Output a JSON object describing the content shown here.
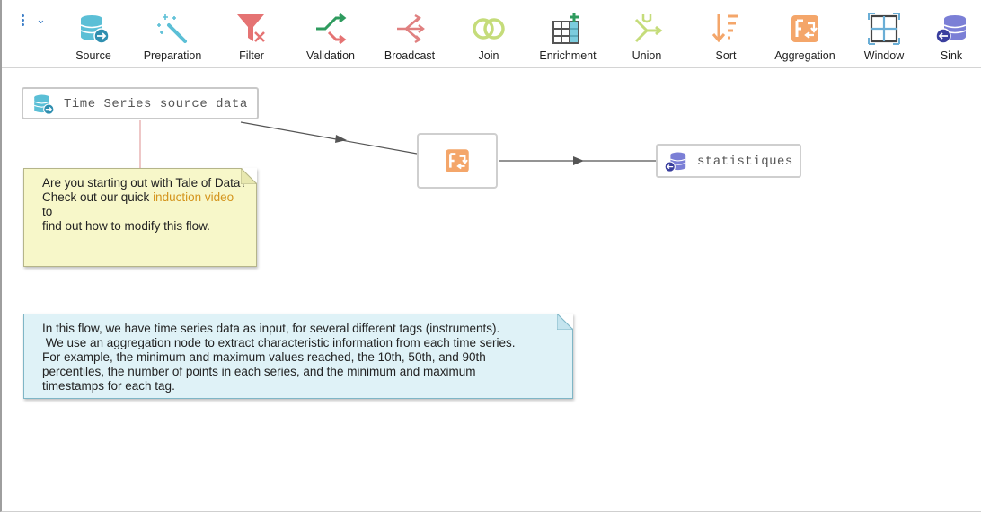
{
  "toolbar": {
    "tools": [
      {
        "label": "Source",
        "icon": "source-icon"
      },
      {
        "label": "Preparation",
        "icon": "magic-wand-icon"
      },
      {
        "label": "Filter",
        "icon": "funnel-icon"
      },
      {
        "label": "Validation",
        "icon": "split-arrows-icon"
      },
      {
        "label": "Broadcast",
        "icon": "broadcast-icon"
      },
      {
        "label": "Join",
        "icon": "join-circles-icon"
      },
      {
        "label": "Enrichment",
        "icon": "table-plus-icon"
      },
      {
        "label": "Union",
        "icon": "union-icon"
      },
      {
        "label": "Sort",
        "icon": "sort-icon"
      },
      {
        "label": "Aggregation",
        "icon": "aggregation-icon"
      },
      {
        "label": "Window",
        "icon": "window-icon"
      },
      {
        "label": "Sink",
        "icon": "sink-icon"
      }
    ]
  },
  "flow": {
    "source_node": {
      "label": "Time Series source data"
    },
    "sink_node": {
      "label": "statistiques"
    }
  },
  "notes": {
    "yellow": {
      "line1": "Are you starting out with Tale of Data?",
      "line2_before": "Check out our quick ",
      "link": "induction video",
      "line2_after": " to",
      "line3": "find out how to modify this flow."
    },
    "blue": {
      "line1": "In this flow, we have time series data as input, for several different tags (instruments).",
      "line2": " We use an aggregation node to extract characteristic information from each time series.",
      "line3": "For example, the minimum and maximum values reached, the 10th, 50th, and 90th",
      "line4": "percentiles, the number of points in each series, and the minimum and maximum",
      "line5": "timestamps for each tag."
    }
  },
  "colors": {
    "source": "#5bbfd6",
    "filter": "#e57373",
    "validation": "#2e9b5e",
    "broadcast": "#e08080",
    "join": "#c5dc7a",
    "aggregation": "#f4a66a",
    "sink": "#7b7fd6"
  }
}
